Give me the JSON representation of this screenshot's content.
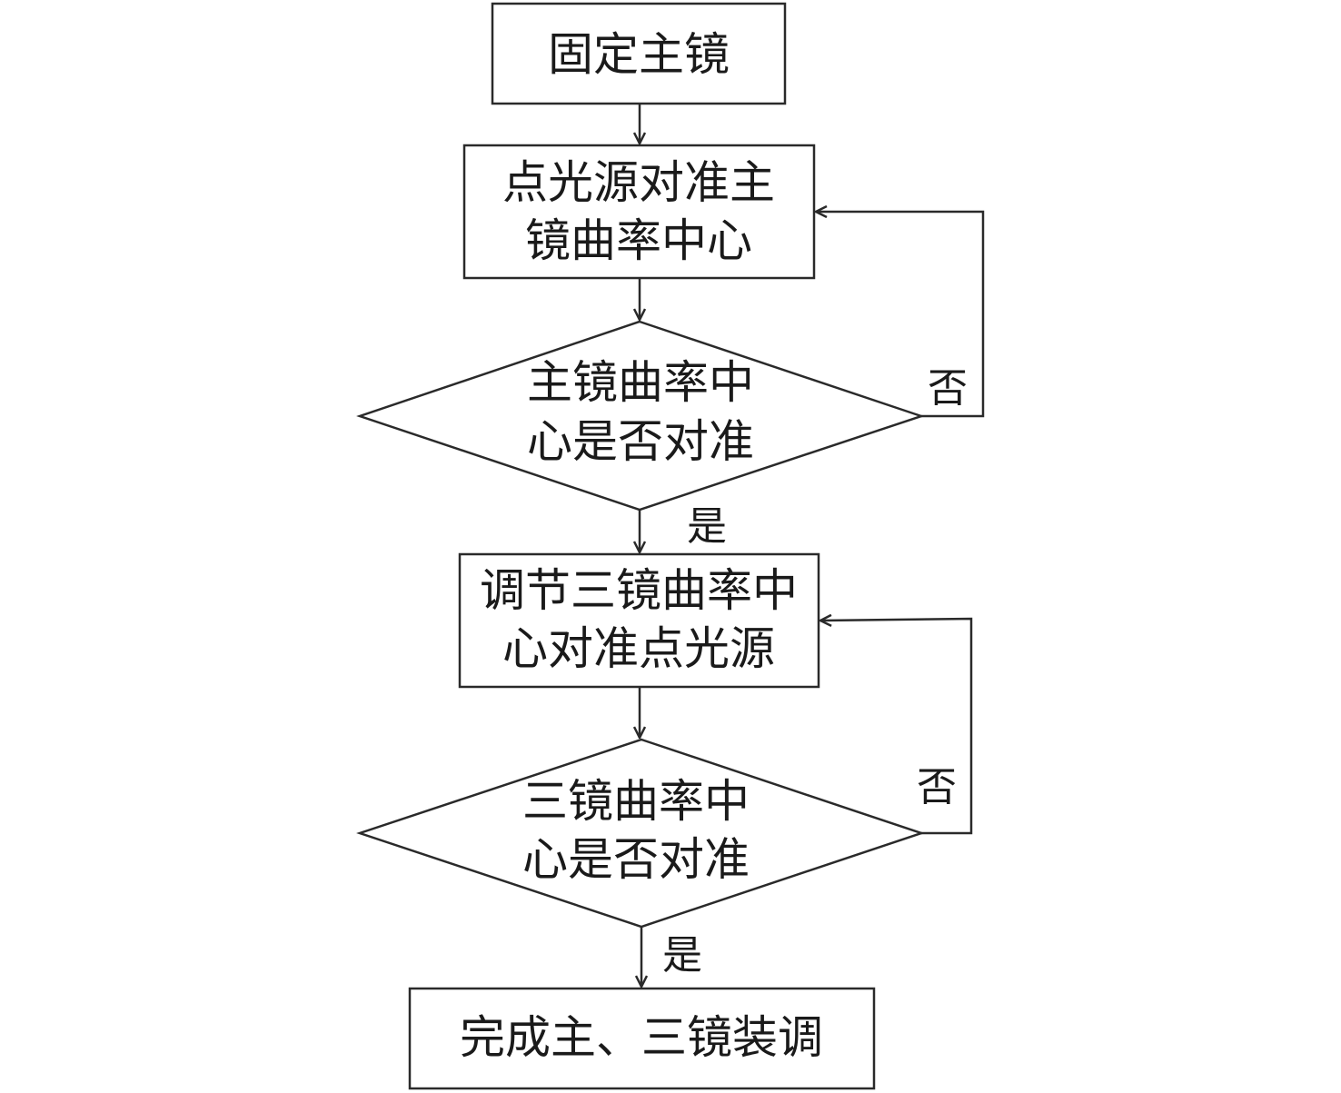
{
  "nodes": {
    "n1": {
      "kind": "process",
      "lines": [
        "固定主镜"
      ]
    },
    "n2": {
      "kind": "process",
      "lines": [
        "点光源对准主",
        "镜曲率中心"
      ]
    },
    "n3": {
      "kind": "decision",
      "lines": [
        "主镜曲率中",
        "心是否对准"
      ]
    },
    "n4": {
      "kind": "process",
      "lines": [
        "调节三镜曲率中",
        "心对准点光源"
      ]
    },
    "n5": {
      "kind": "decision",
      "lines": [
        "三镜曲率中",
        "心是否对准"
      ]
    },
    "n6": {
      "kind": "process",
      "lines": [
        "完成主、三镜装调"
      ]
    }
  },
  "edges": [
    {
      "from": "n1",
      "to": "n2",
      "label": ""
    },
    {
      "from": "n2",
      "to": "n3",
      "label": ""
    },
    {
      "from": "n3",
      "to": "n4",
      "label": "是"
    },
    {
      "from": "n3",
      "to": "n2",
      "label": "否"
    },
    {
      "from": "n4",
      "to": "n5",
      "label": ""
    },
    {
      "from": "n5",
      "to": "n6",
      "label": "是"
    },
    {
      "from": "n5",
      "to": "n4",
      "label": "否"
    }
  ],
  "colors": {
    "stroke": "#2a2a2a",
    "text": "#1a1a1a",
    "background": "#ffffff"
  }
}
